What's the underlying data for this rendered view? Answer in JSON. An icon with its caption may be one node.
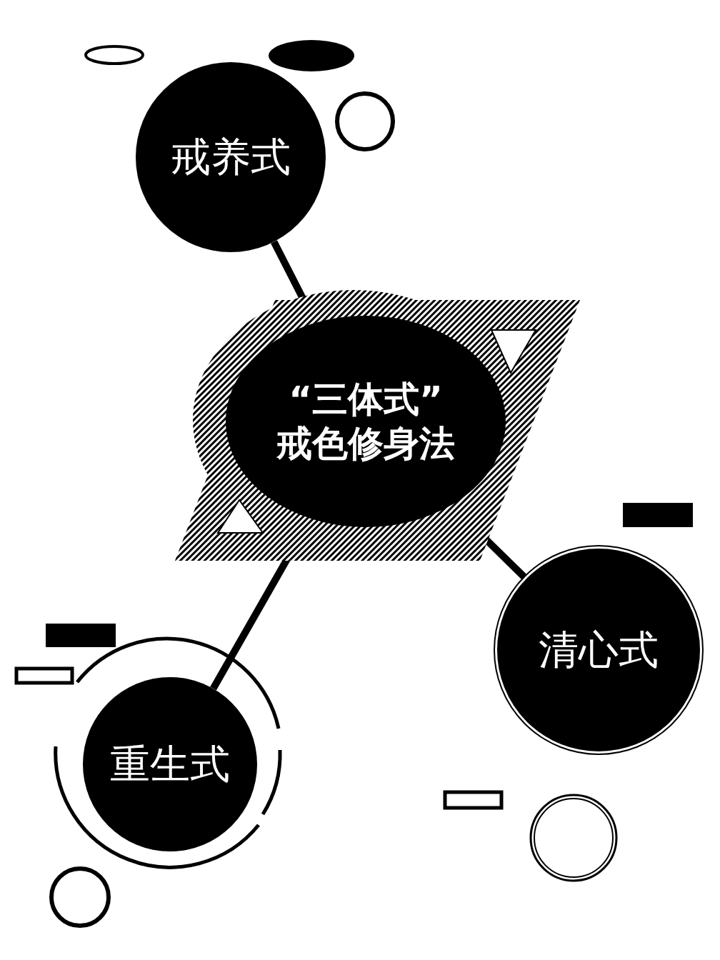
{
  "diagram": {
    "nodes": [
      {
        "text": [
          "“三体式”",
          "戒色修身法"
        ]
      },
      {
        "text": [
          "戒养式"
        ]
      },
      {
        "text": [
          "清心式"
        ]
      },
      {
        "text": [
          "重生式"
        ]
      }
    ],
    "edges": [
      {
        "from": 0,
        "to": 1,
        "arrow": "none"
      },
      {
        "from": 0,
        "to": 2,
        "arrow": "none"
      },
      {
        "from": 0,
        "to": 3,
        "arrow": "none"
      }
    ]
  }
}
